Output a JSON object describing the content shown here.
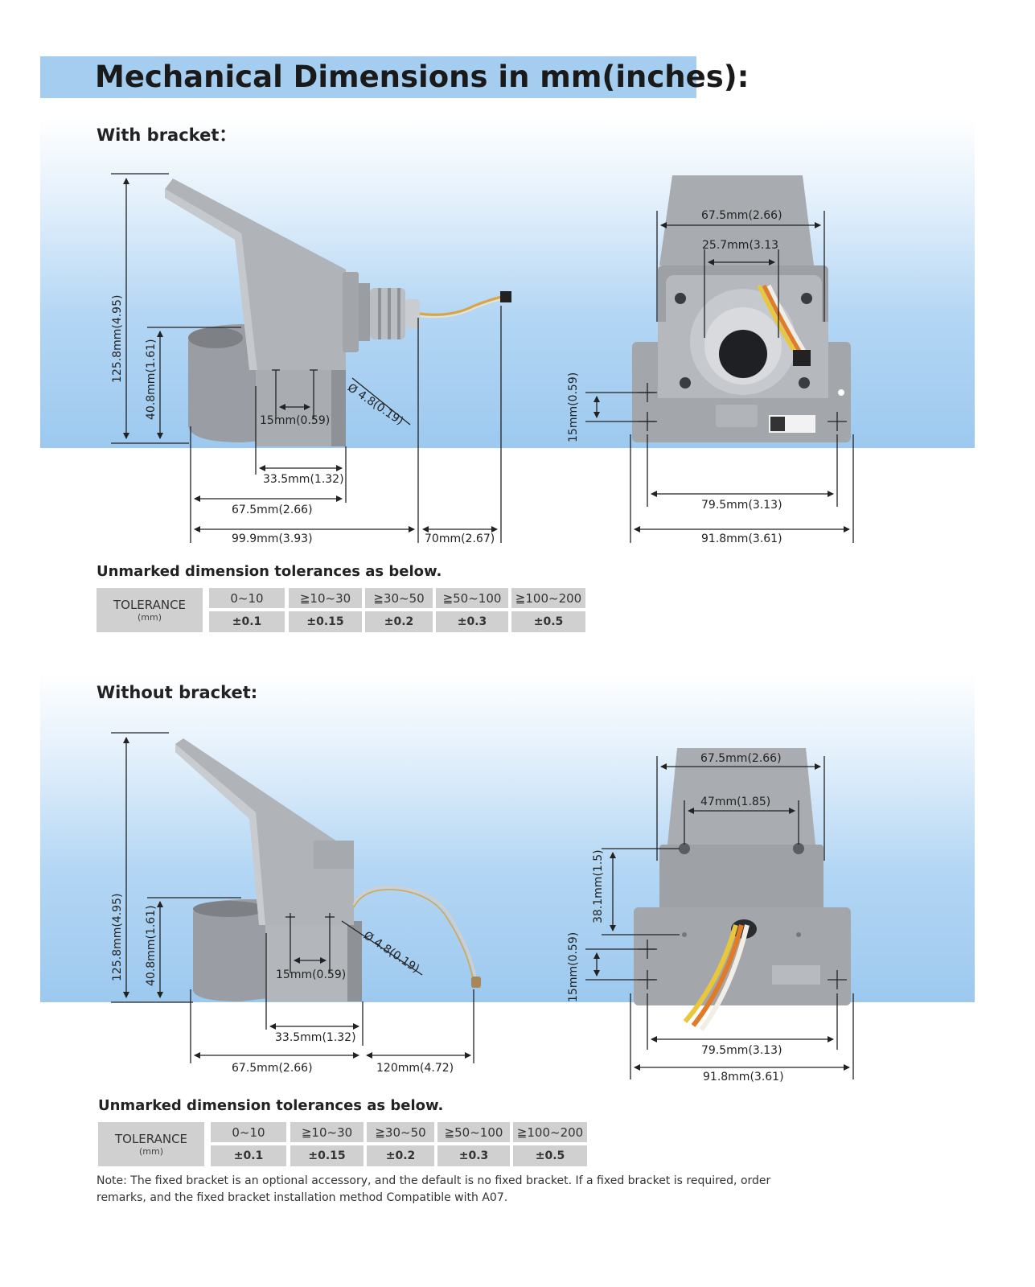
{
  "title": "Mechanical Dimensions in mm(inches):",
  "with_bracket": {
    "label": "With  bracket：",
    "side": {
      "height_total": "125.8mm(4.95)",
      "height_ring": "40.8mm(1.61)",
      "hole_spacing": "15mm(0.59)",
      "hole_dia": "Ø 4.8(0.19)",
      "dim_33": "33.5mm(1.32)",
      "dim_67": "67.5mm(2.66)",
      "dim_99": "99.9mm(3.93)",
      "dim_cable": "70mm(2.67)"
    },
    "front": {
      "width_top": "67.5mm(2.66)",
      "width_inner": "25.7mm(3.13",
      "hole_v": "15mm(0.59)",
      "dim_79": "79.5mm(3.13)",
      "dim_91": "91.8mm(3.61)"
    }
  },
  "without_bracket": {
    "label": "Without  bracket:",
    "side": {
      "height_total": "125.8mm(4.95)",
      "height_ring": "40.8mm(1.61)",
      "hole_spacing": "15mm(0.59)",
      "hole_dia": "Ø 4.8(0.19)",
      "dim_33": "33.5mm(1.32)",
      "dim_67": "67.5mm(2.66)",
      "dim_cable": "120mm(4.72)"
    },
    "front": {
      "width_top": "67.5mm(2.66)",
      "width_inner": "47mm(1.85)",
      "height_holes": "38.1mm(1.5)",
      "hole_v": "15mm(0.59)",
      "dim_79": "79.5mm(3.13)",
      "dim_91": "91.8mm(3.61)"
    }
  },
  "tolerance": {
    "caption": "Unmarked dimension tolerances as below.",
    "header": "TOLERANCE",
    "unit": "(mm)",
    "ranges": [
      "0~10",
      "≧10~30",
      "≧30~50",
      "≧50~100",
      "≧100~200"
    ],
    "values": [
      "±0.1",
      "±0.15",
      "±0.2",
      "±0.3",
      "±0.5"
    ]
  },
  "note_line1": "Note: The fixed bracket is an optional accessory, and the default is no fixed bracket. If a fixed bracket is required, order",
  "note_line2": "remarks, and the fixed bracket installation method Compatible with A07."
}
